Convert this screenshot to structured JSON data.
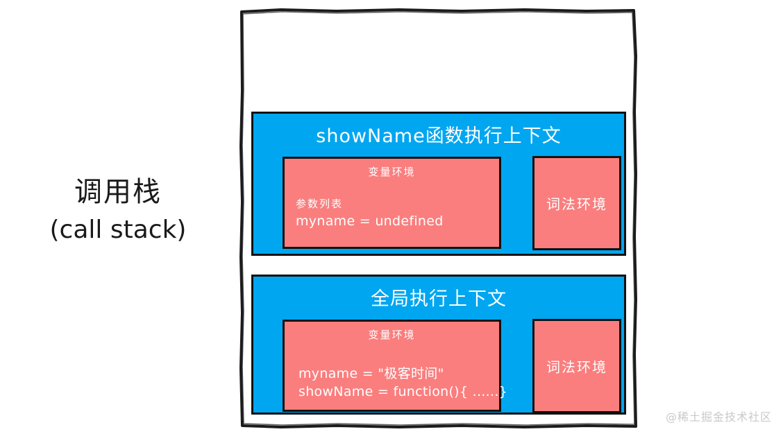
{
  "caption": {
    "cn": "调用栈",
    "en": "(call stack)"
  },
  "colors": {
    "context_fill": "#00a6f0",
    "environment_fill": "#fa7e7e",
    "stroke": "#111111",
    "text_on_fill": "#ffffff",
    "caption_text": "#1a1a1a",
    "watermark_text": "#c9c9c9",
    "page_background": "#ffffff"
  },
  "stack": {
    "frames": [
      {
        "id": "showname",
        "title": "showName函数执行上下文",
        "variable_environment": {
          "heading": "变量环境",
          "lines": [
            {
              "text": "参数列表",
              "style": "cn-small"
            },
            {
              "text": "myname = undefined",
              "style": "code"
            }
          ]
        },
        "lexical_environment": {
          "label": "词法环境"
        }
      },
      {
        "id": "global",
        "title": "全局执行上下文",
        "variable_environment": {
          "heading": "变量环境",
          "lines": [
            {
              "text": "myname = \"极客时间\"",
              "style": "code"
            },
            {
              "text": "showName = function(){ ......}",
              "style": "code"
            }
          ]
        },
        "lexical_environment": {
          "label": "词法环境"
        }
      }
    ]
  },
  "watermark": {
    "text": "@稀土掘金技术社区"
  }
}
